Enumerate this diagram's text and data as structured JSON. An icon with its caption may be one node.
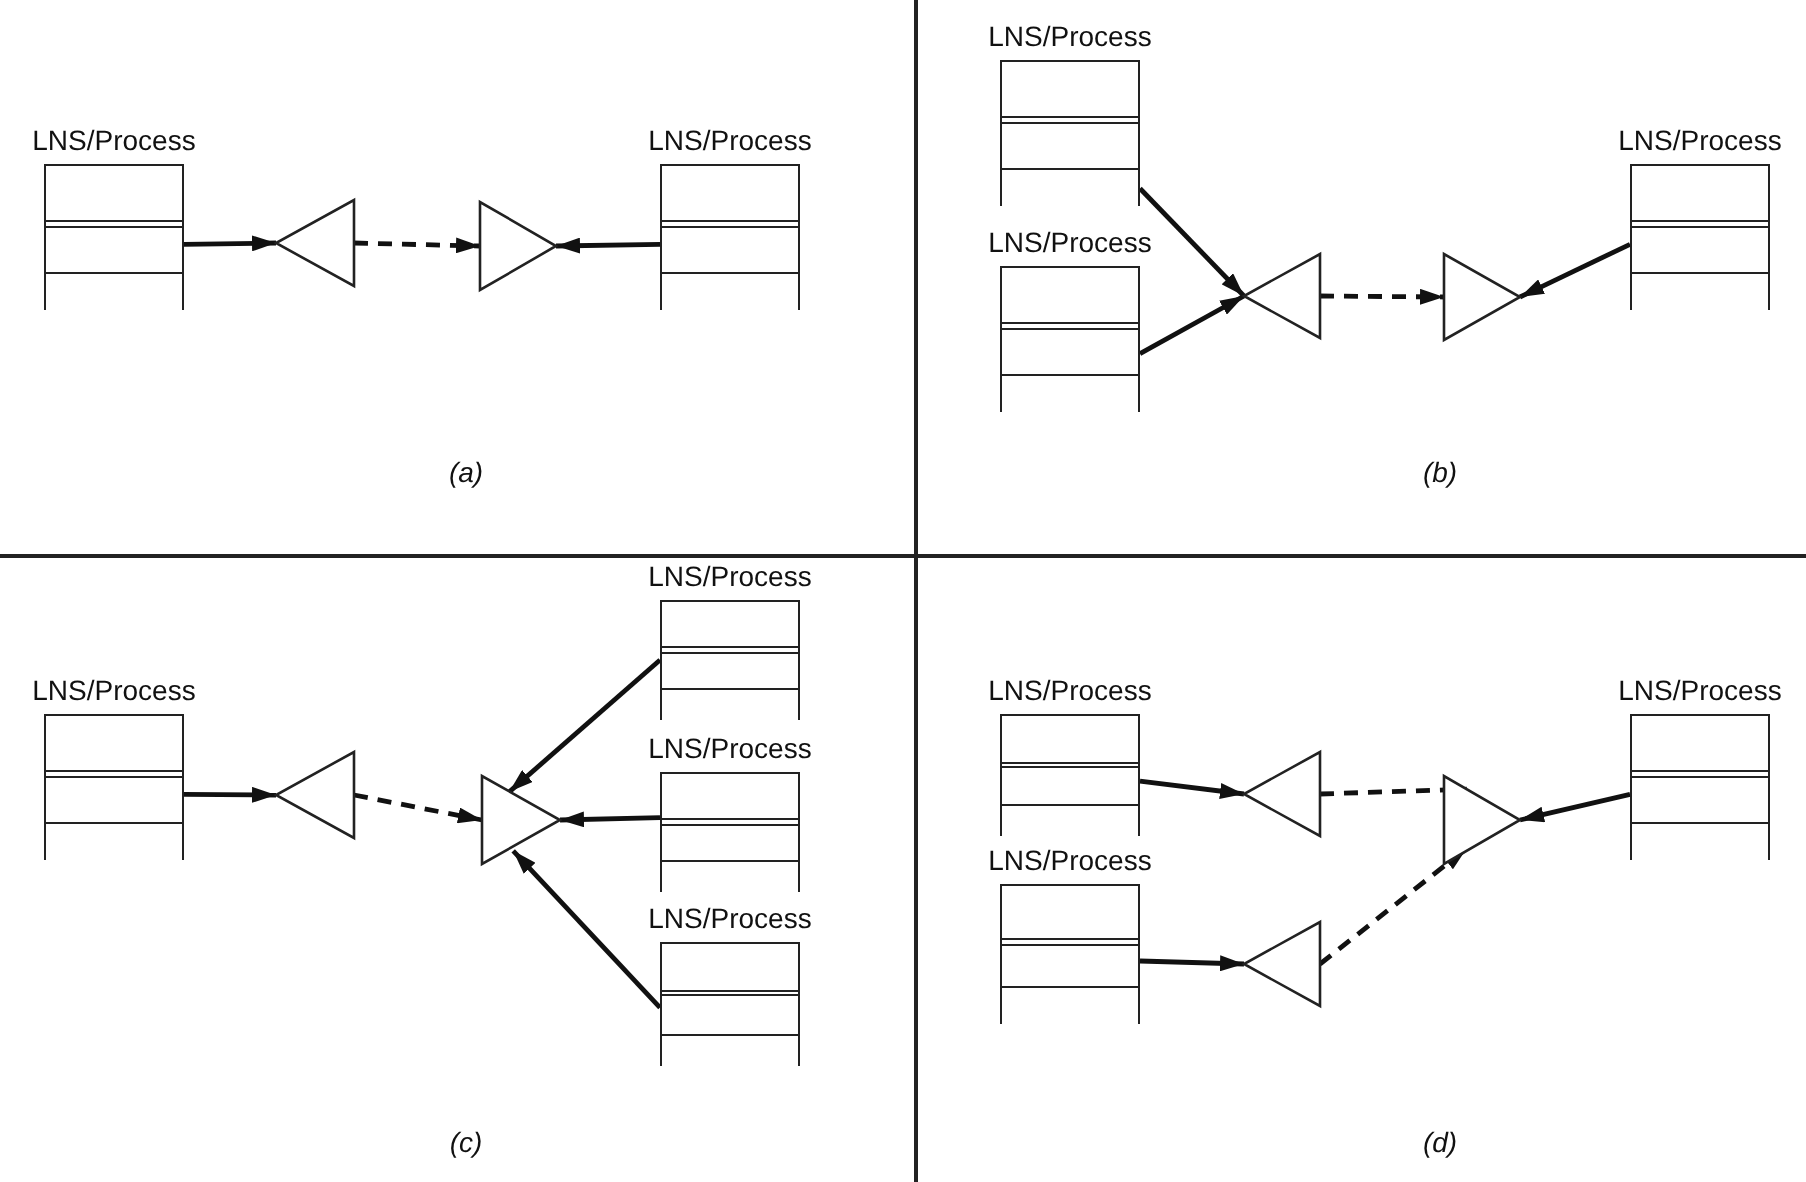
{
  "diagram": {
    "nodes": [
      {
        "text": [
          "LNS/Process"
        ]
      },
      {
        "text": [],
        "shape": "triangle"
      },
      {
        "text": [],
        "shape": "triangle"
      },
      {
        "text": [
          "LNS/Process"
        ]
      },
      {
        "text": [
          "LNS/Process"
        ]
      },
      {
        "text": [
          "LNS/Process"
        ]
      },
      {
        "text": [],
        "shape": "triangle"
      },
      {
        "text": [],
        "shape": "triangle"
      },
      {
        "text": [
          "LNS/Process"
        ]
      },
      {
        "text": [
          "LNS/Process"
        ]
      },
      {
        "text": [
          "LNS/Process"
        ]
      },
      {
        "text": [],
        "shape": "triangle"
      },
      {
        "text": [],
        "shape": "triangle"
      },
      {
        "text": [
          "LNS/Process"
        ]
      },
      {
        "text": [
          "LNS/Process"
        ]
      },
      {
        "text": [
          "LNS/Process"
        ]
      },
      {
        "text": [],
        "shape": "triangle"
      },
      {
        "text": [
          "LNS/Process"
        ]
      },
      {
        "text": [],
        "shape": "triangle"
      },
      {
        "text": [],
        "shape": "triangle"
      },
      {
        "text": [
          "LNS/Process"
        ]
      }
    ],
    "edges": [
      {
        "from": 0,
        "to": 1,
        "arrow": "to"
      },
      {
        "from": 1,
        "to": 2,
        "arrow": "to",
        "style": "dashed"
      },
      {
        "from": 3,
        "to": 2,
        "arrow": "to"
      },
      {
        "from": 4,
        "to": 6,
        "arrow": "to"
      },
      {
        "from": 5,
        "to": 6,
        "arrow": "to"
      },
      {
        "from": 6,
        "to": 7,
        "arrow": "to",
        "style": "dashed"
      },
      {
        "from": 8,
        "to": 7,
        "arrow": "to"
      },
      {
        "from": 10,
        "to": 11,
        "arrow": "to"
      },
      {
        "from": 11,
        "to": 12,
        "arrow": "to",
        "style": "dashed"
      },
      {
        "from": 9,
        "to": 12,
        "arrow": "to"
      },
      {
        "from": 13,
        "to": 12,
        "arrow": "to"
      },
      {
        "from": 14,
        "to": 12,
        "arrow": "to"
      },
      {
        "from": 15,
        "to": 16,
        "arrow": "to"
      },
      {
        "from": 17,
        "to": 18,
        "arrow": "to"
      },
      {
        "from": 16,
        "to": 19,
        "arrow": "to",
        "style": "dashed"
      },
      {
        "from": 18,
        "to": 19,
        "arrow": "to",
        "style": "dashed"
      },
      {
        "from": 20,
        "to": 19,
        "arrow": "to"
      }
    ],
    "labels": [
      "(a)",
      "(b)",
      "(c)",
      "(d)"
    ]
  }
}
